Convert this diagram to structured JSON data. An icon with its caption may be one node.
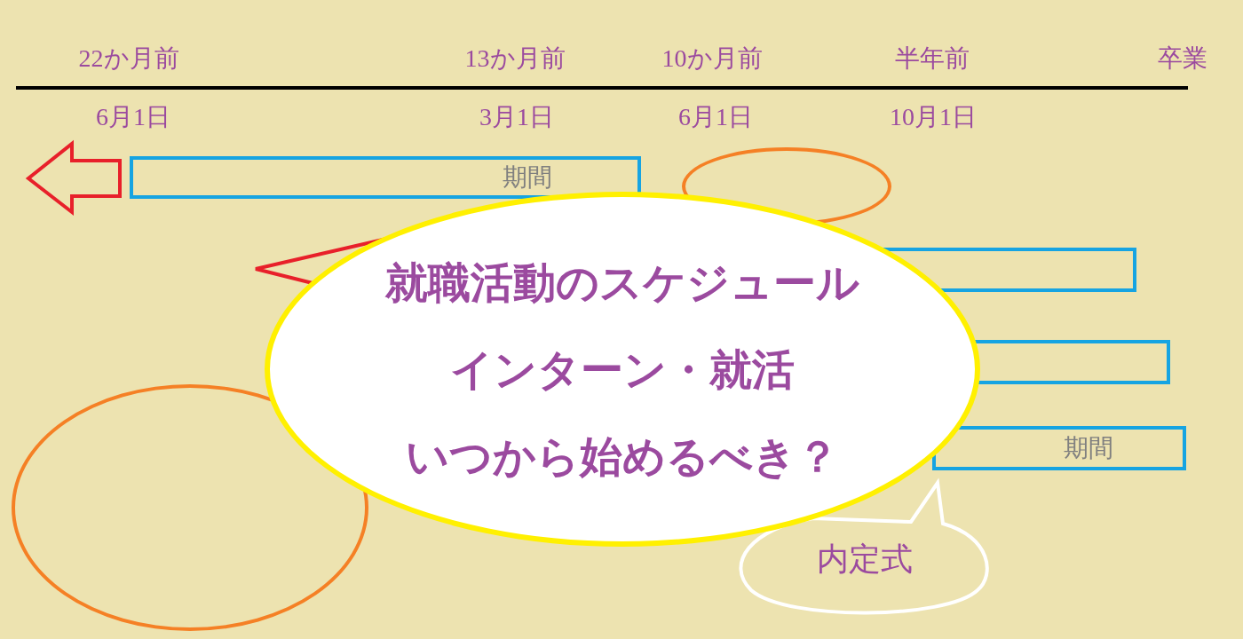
{
  "diagram": {
    "nodes": [
      {
        "text": [
          "期間"
        ]
      },
      {
        "text": [],
        "shape": "circle"
      },
      {
        "text": [],
        "shape": "box"
      },
      {
        "text": [
          "就職活動のスケジュール",
          "インターン・就活",
          "いつから始めるべき？"
        ]
      },
      {
        "text": [],
        "shape": "box"
      },
      {
        "text": [],
        "shape": "circle"
      },
      {
        "text": [
          "期間"
        ]
      },
      {
        "text": [
          "内定式"
        ]
      }
    ],
    "labels": [
      "22か月前",
      "13か月前",
      "10か月前",
      "半年前",
      "卒業",
      "6月1日",
      "3月1日",
      "6月1日",
      "10月1日"
    ]
  }
}
